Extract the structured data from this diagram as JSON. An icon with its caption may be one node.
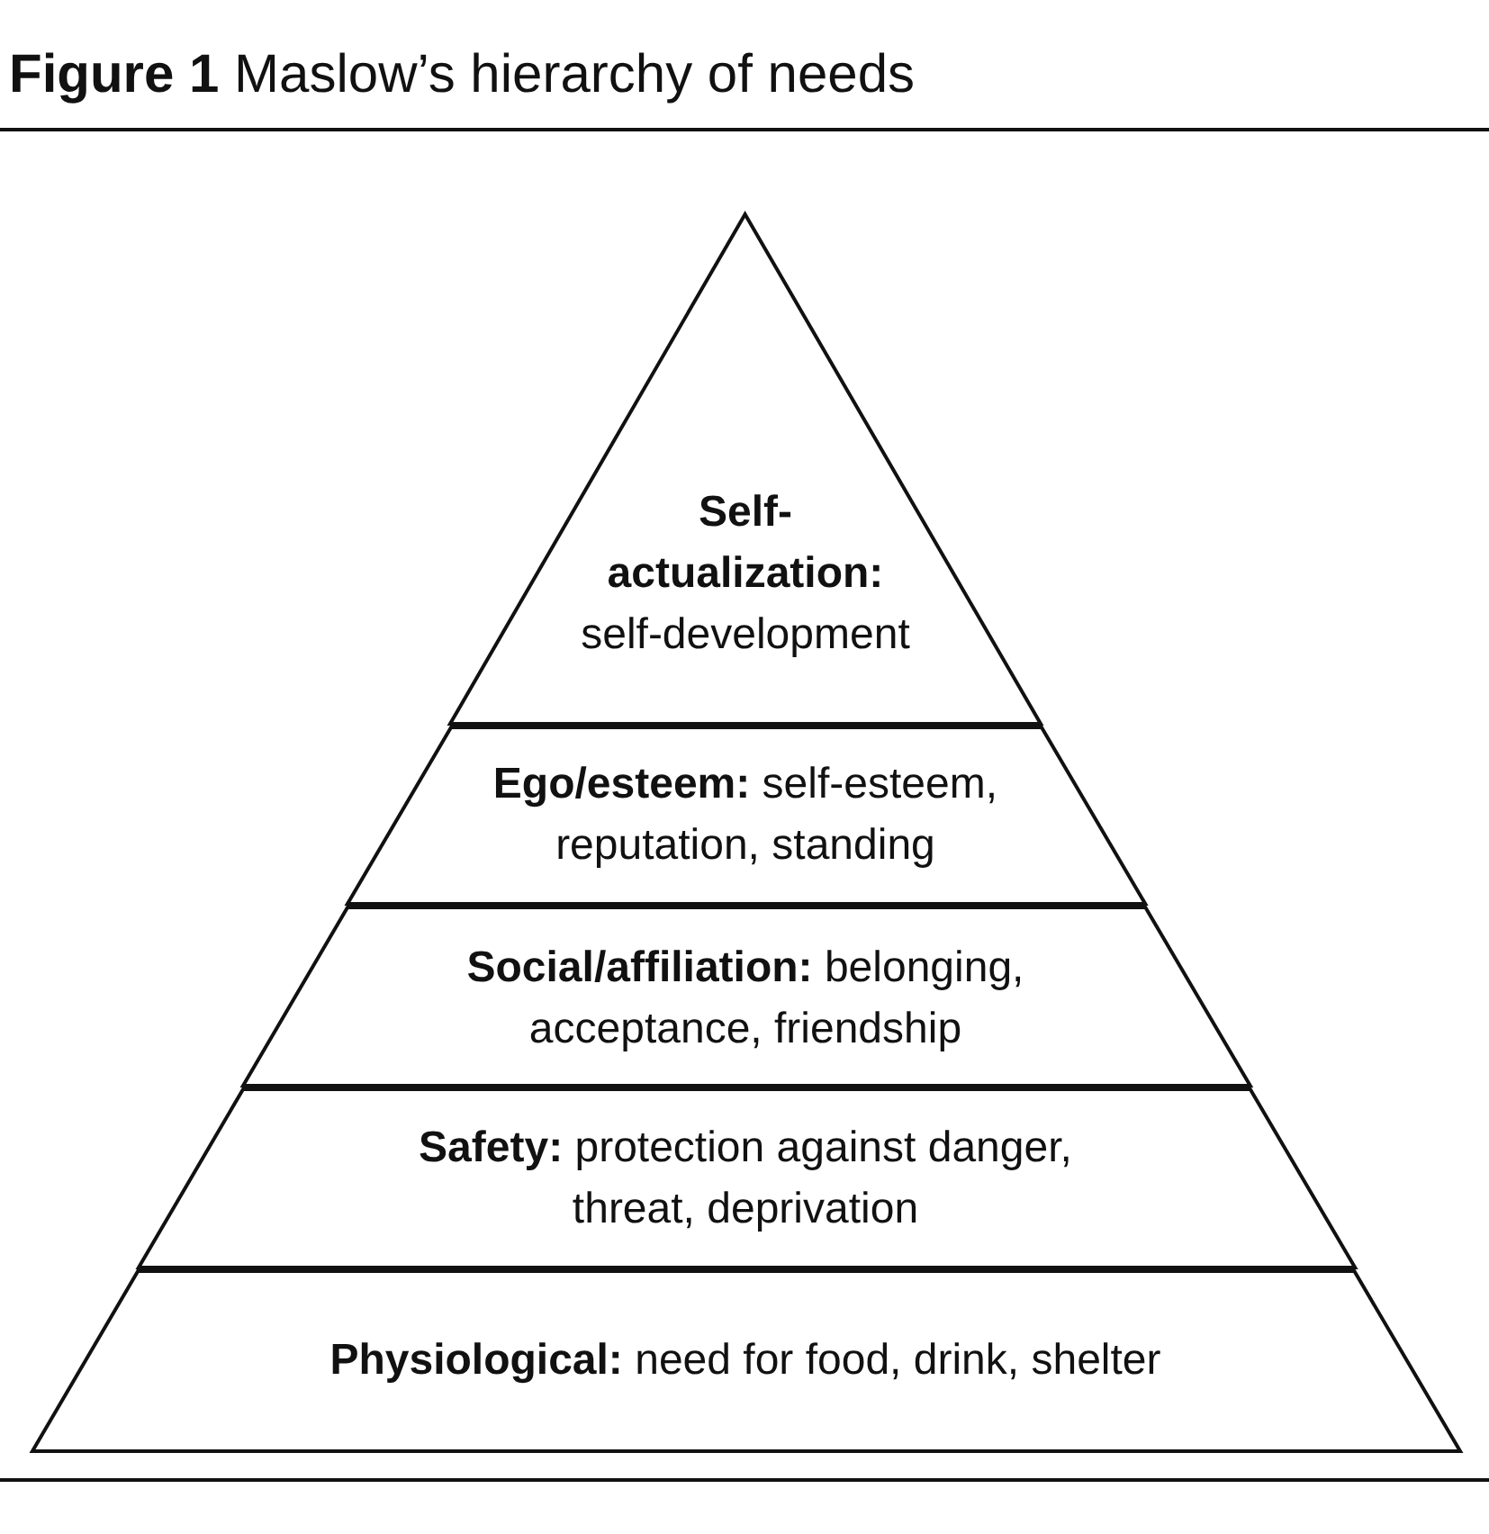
{
  "diagram": {
    "title": "**Figure 1** Maslow’s hierarchy of needs",
    "nodes": [
      {
        "text": [
          "**Self-actualization:** self-development"
        ]
      },
      {
        "text": [
          "**Ego/esteem:** self-esteem, reputation, standing"
        ]
      },
      {
        "text": [
          "**Social/affiliation:** belonging, acceptance, friendship"
        ]
      },
      {
        "text": [
          "**Safety:** protection against danger, threat, deprivation"
        ]
      },
      {
        "text": [
          "**Physiological:** need for food, drink, shelter"
        ]
      }
    ]
  }
}
